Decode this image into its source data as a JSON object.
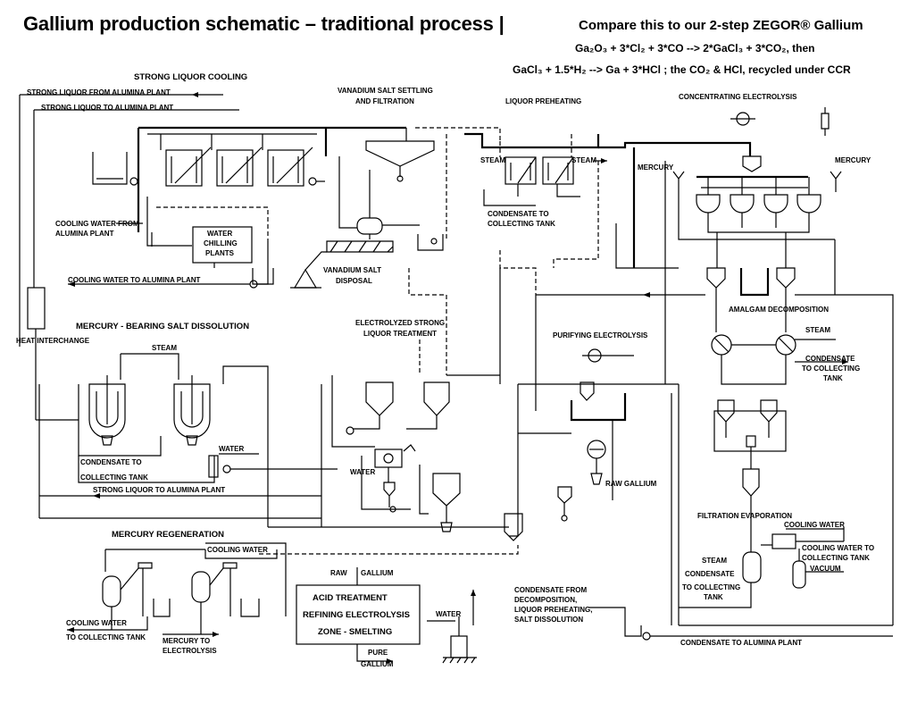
{
  "header": {
    "title": "Gallium production schematic – traditional process |",
    "compare": "Compare this to our 2-step ZEGOR® Gallium",
    "equation1": "Ga₂O₃ + 3*Cl₂ + 3*CO --> 2*GaCl₃ + 3*CO₂, then",
    "equation2": "GaCl₃ + 1.5*H₂ --> Ga + 3*HCl ; the CO₂ & HCl, recycled under CCR"
  },
  "sections": {
    "strong_liquor_cooling": "STRONG LIQUOR COOLING",
    "vanadium_line1": "VANADIUM SALT SETTLING",
    "vanadium_line2": "AND FILTRATION",
    "liquor_preheating": "LIQUOR PREHEATING",
    "concentrating_electrolysis": "CONCENTRATING ELECTROLYSIS",
    "mercury_salt_dissolution": "MERCURY - BEARING SALT DISSOLUTION",
    "electrolyzed_line1": "ELECTROLYZED STRONG",
    "electrolyzed_line2": "LIQUOR TREATMENT",
    "purifying_electrolysis": "PURIFYING ELECTROLYSIS",
    "amalgam_decomposition": "AMALGAM  DECOMPOSITION",
    "mercury_regeneration": "MERCURY  REGENERATION",
    "filtration_evaporation": "FILTRATION  EVAPORATION",
    "heat_interchange": "HEAT INTERCHANGE"
  },
  "labels": {
    "slf_alumina": "STRONG LIQUOR FROM ALUMINA PLANT",
    "slt_alumina": "STRONG LIQUOR TO ALUMINA PLANT",
    "cw_from_line1": "COOLING WATER FROM",
    "cw_from_line2": "ALUMINA PLANT",
    "water_chilling1": "WATER",
    "water_chilling2": "CHILLING",
    "water_chilling3": "PLANTS",
    "cw_to_alumina": "COOLING WATER TO ALUMINA PLANT",
    "vanadium_disposal1": "VANADIUM SALT",
    "vanadium_disposal2": "DISPOSAL",
    "steam": "STEAM",
    "condensate_to1": "CONDENSATE TO",
    "collecting_tank": "COLLECTING TANK",
    "mercury": "MERCURY",
    "condensate": "CONDENSATE",
    "to_collecting": "TO COLLECTING",
    "tank": "TANK",
    "water": "WATER",
    "strong_liquor_to_alumina": "STRONG LIQUOR TO ALUMINA PLANT",
    "raw_gallium": "RAW GALLIUM",
    "cooling_water": "COOLING WATER",
    "cooling_water_to1": "COOLING WATER TO",
    "collecting_tank2": "COLLECTING TANK",
    "vacuum": "VACUUM",
    "steam_condensate1": "STEAM",
    "steam_condensate2": "CONDENSATE",
    "to_collecting2": "TO COLLECTING",
    "tank2": "TANK",
    "raw": "RAW",
    "gallium": "GALLIUM",
    "acid_treatment": "ACID TREATMENT",
    "refining_electrolysis": "REFINING ELECTROLYSIS",
    "zone_smelting": "ZONE - SMELTING",
    "pure": "PURE",
    "gallium2": "GALLIUM",
    "water2": "WATER",
    "condensate_from1": "CONDENSATE FROM",
    "condensate_from2": "DECOMPOSITION,",
    "condensate_from3": "LIQUOR PREHEATING,",
    "condensate_from4": "SALT DISSOLUTION",
    "condensate_to_alumina": "CONDENSATE TO ALUMINA PLANT",
    "cooling_water_tank1": "COOLING WATER",
    "cooling_water_tank2": "TO COLLECTING TANK",
    "mercury_to1": "MERCURY TO",
    "mercury_to2": "ELECTROLYSIS",
    "cooling_water_reg": "COOLING WATER"
  }
}
